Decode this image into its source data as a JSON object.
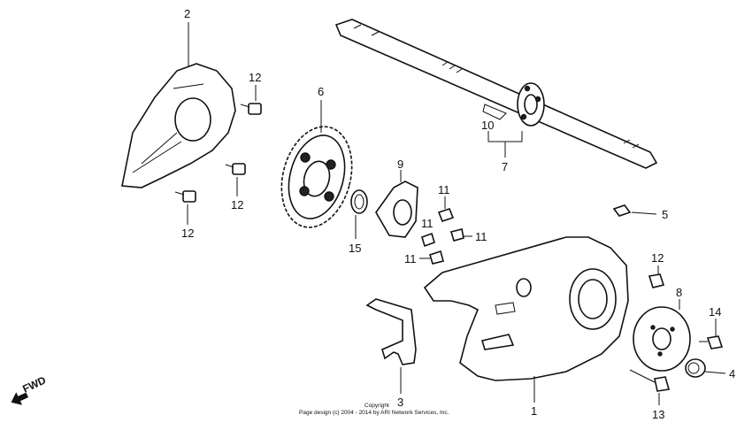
{
  "diagram": {
    "callouts": {
      "c1": "1",
      "c2": "2",
      "c3": "3",
      "c4": "4",
      "c5": "5",
      "c6": "6",
      "c7": "7",
      "c8": "8",
      "c9": "9",
      "c10": "10",
      "c11a": "11",
      "c11b": "11",
      "c11c": "11",
      "c11d": "11",
      "c12a": "12",
      "c12b": "12",
      "c12c": "12",
      "c12d": "12",
      "c13": "13",
      "c14": "14",
      "c15": "15"
    },
    "fwd_label": "FWD",
    "copyright_line1": "Copyright",
    "copyright_line2": "Page design (c) 2004 - 2014 by ARI Network Services, Inc."
  }
}
